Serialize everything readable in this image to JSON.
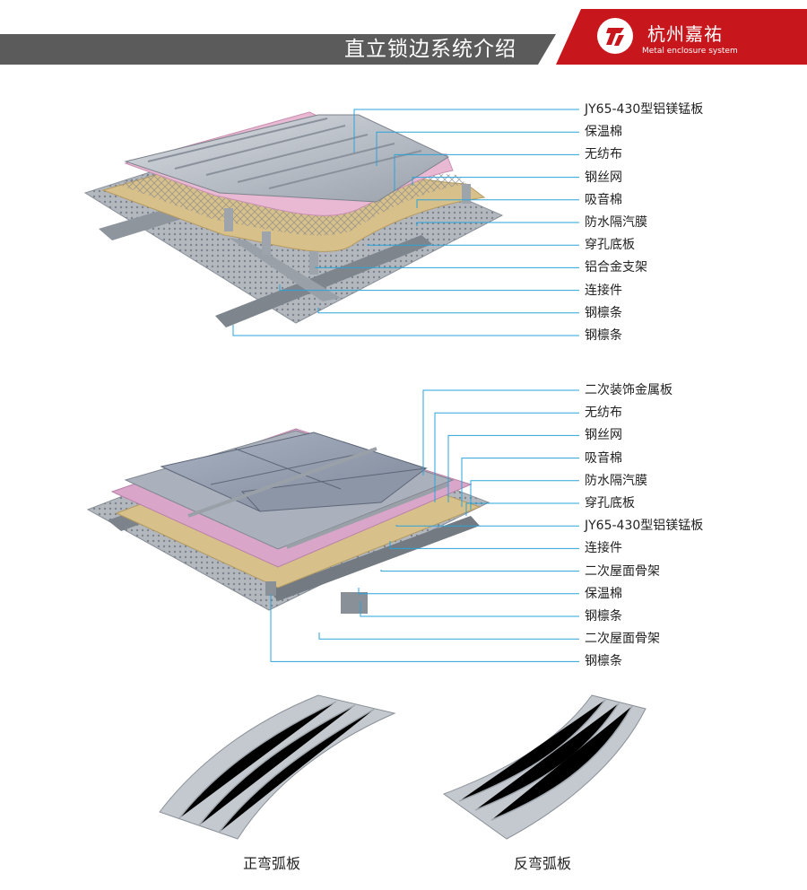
{
  "header": {
    "title": "直立锁边系统介绍",
    "brand_name": "杭州嘉祐",
    "brand_tagline": "Metal enclosure system",
    "colors": {
      "grey": "#5b5b5b",
      "red": "#c8161d",
      "accent": "#2aa3d8"
    }
  },
  "diagram1": {
    "labels": [
      "JY65-430型铝镁锰板",
      "保温棉",
      "无纺布",
      "钢丝网",
      "吸音棉",
      "防水隔汽膜",
      "穿孔底板",
      "铝合金支架",
      "连接件",
      "钢檩条",
      "钢檩条"
    ]
  },
  "diagram2": {
    "labels": [
      "二次装饰金属板",
      "无纺布",
      "钢丝网",
      "吸音棉",
      "防水隔汽膜",
      "穿孔底板",
      "JY65-430型铝镁锰板",
      "连接件",
      "二次屋面骨架",
      "保温棉",
      "钢檩条",
      "二次屋面骨架",
      "钢檩条"
    ]
  },
  "captions": {
    "positive_arc": "正弯弧板",
    "negative_arc": "反弯弧板"
  }
}
